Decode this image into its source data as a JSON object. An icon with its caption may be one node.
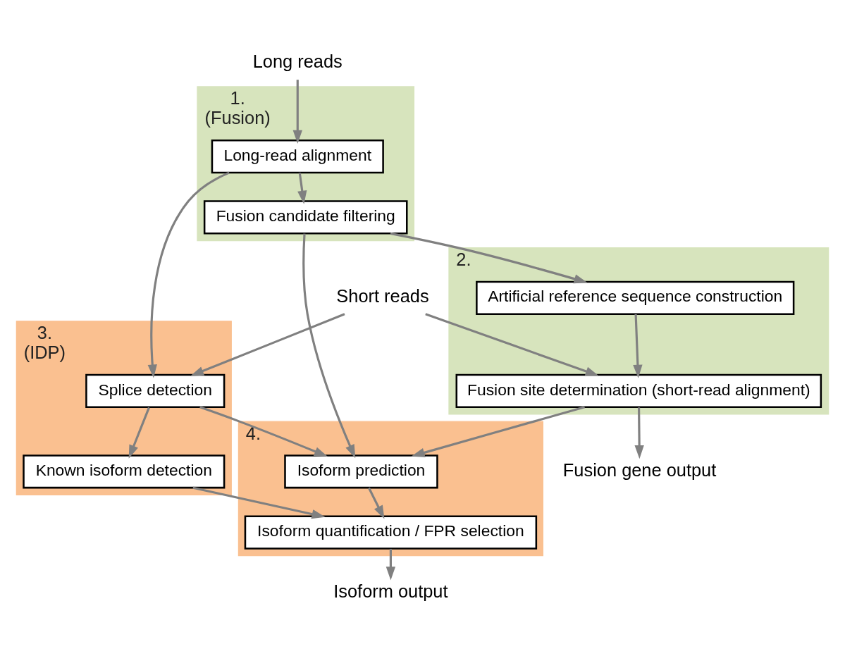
{
  "diagram": {
    "nodes": [
      {
        "text": [
          "Long reads"
        ]
      },
      {
        "text": [
          "Short reads"
        ]
      },
      {
        "text": [
          "1.",
          "(Fusion)"
        ]
      },
      {
        "text": [
          "Long-read alignment"
        ],
        "in": 2
      },
      {
        "text": [
          "Fusion candidate filtering"
        ],
        "in": 2
      },
      {
        "text": [
          "2."
        ]
      },
      {
        "text": [
          "Artificial reference sequence construction"
        ],
        "in": 5
      },
      {
        "text": [
          "Fusion site determination (short-read alignment)"
        ],
        "in": 5
      },
      {
        "text": [
          "3.",
          "(IDP)"
        ]
      },
      {
        "text": [
          "Splice detection"
        ],
        "in": 8
      },
      {
        "text": [
          "Known isoform detection"
        ],
        "in": 8
      },
      {
        "text": [
          "4."
        ]
      },
      {
        "text": [
          "Isoform prediction"
        ],
        "in": 11
      },
      {
        "text": [
          "Isoform quantification / FPR selection"
        ],
        "in": 11
      },
      {
        "text": [
          "Fusion gene output"
        ]
      },
      {
        "text": [
          "Isoform output"
        ]
      }
    ],
    "edges": [
      {
        "from": 0,
        "to": 3,
        "arrow": "to"
      },
      {
        "from": 3,
        "to": 4,
        "arrow": "to"
      },
      {
        "from": 4,
        "to": 6,
        "arrow": "to"
      },
      {
        "from": 6,
        "to": 7,
        "arrow": "to"
      },
      {
        "from": 7,
        "to": 14,
        "arrow": "to"
      },
      {
        "from": 1,
        "to": 9,
        "arrow": "to"
      },
      {
        "from": 1,
        "to": 7,
        "arrow": "to"
      },
      {
        "from": 3,
        "to": 9,
        "arrow": "to"
      },
      {
        "from": 4,
        "to": 12,
        "arrow": "to"
      },
      {
        "from": 7,
        "to": 12,
        "arrow": "to"
      },
      {
        "from": 9,
        "to": 10,
        "arrow": "to"
      },
      {
        "from": 9,
        "to": 12,
        "arrow": "to"
      },
      {
        "from": 12,
        "to": 13,
        "arrow": "to"
      },
      {
        "from": 10,
        "to": 13,
        "arrow": "to"
      },
      {
        "from": 13,
        "to": 15,
        "arrow": "to"
      }
    ]
  }
}
